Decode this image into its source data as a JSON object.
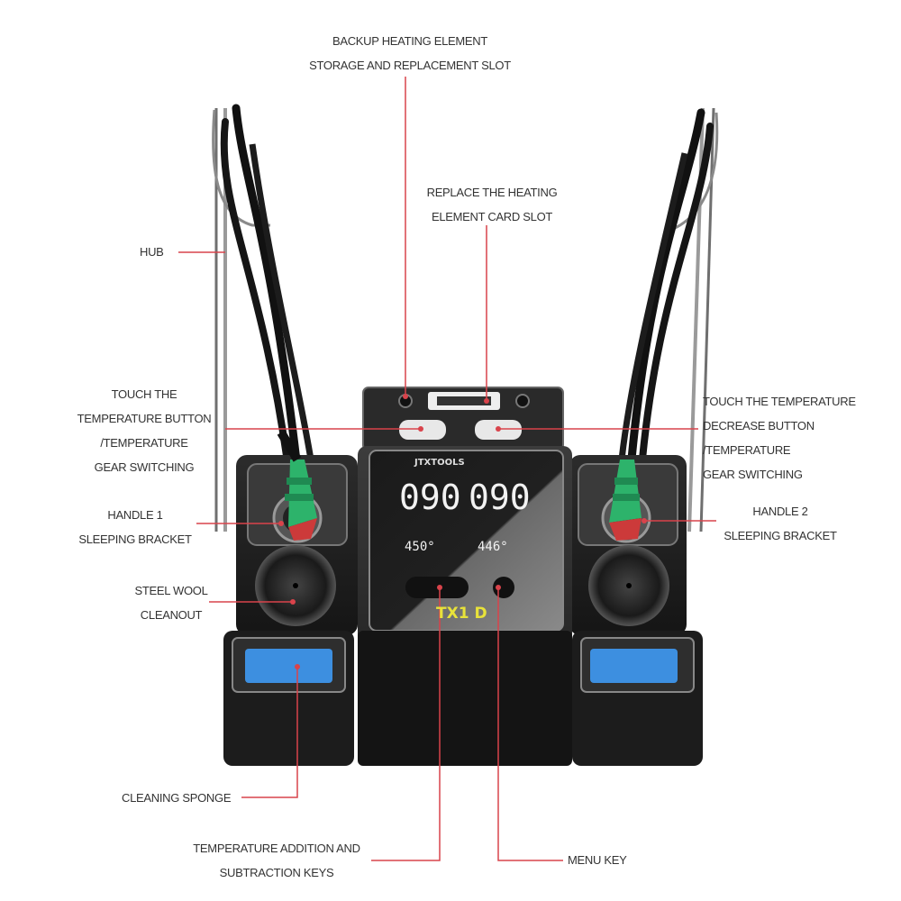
{
  "labels": {
    "backup_slot": [
      "BACKUP HEATING ELEMENT",
      "STORAGE AND REPLACEMENT SLOT"
    ],
    "card_slot": [
      "REPLACE THE HEATING",
      "ELEMENT CARD SLOT"
    ],
    "hub": [
      "HUB"
    ],
    "touch_increase": [
      "TOUCH THE",
      "TEMPERATURE BUTTON",
      "/TEMPERATURE",
      "GEAR SWITCHING"
    ],
    "touch_decrease": [
      "TOUCH THE TEMPERATURE",
      "DECREASE BUTTON",
      "/TEMPERATURE",
      "GEAR SWITCHING"
    ],
    "handle1": [
      "HANDLE 1",
      "SLEEPING BRACKET"
    ],
    "handle2": [
      "HANDLE 2",
      "SLEEPING BRACKET"
    ],
    "steel_wool": [
      "STEEL WOOL",
      "CLEANOUT"
    ],
    "sponge": [
      "CLEANING SPONGE"
    ],
    "keys": [
      "TEMPERATURE ADDITION AND",
      "SUBTRACTION KEYS"
    ],
    "menu": [
      "MENU KEY"
    ]
  },
  "device": {
    "brand": "JTXTOOLS",
    "model": "TX1 D",
    "display": {
      "left_temp": "090",
      "right_temp": "090",
      "left_set": "450°",
      "right_set": "446°"
    }
  },
  "colors": {
    "leader_line": "#d9434b",
    "label_text": "#333333",
    "handle_grip": "#2db36b",
    "sponge": "#3d8fe0",
    "body": "#2a2a2a",
    "model_text": "#e8e23a"
  }
}
